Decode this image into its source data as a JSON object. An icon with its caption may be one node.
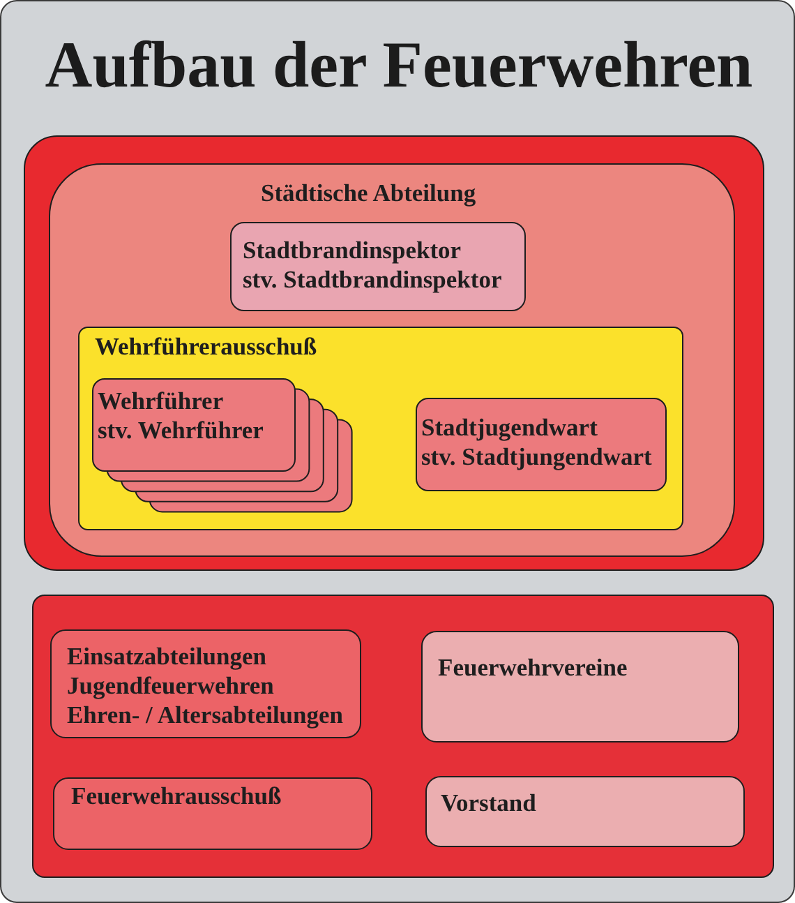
{
  "diagram": {
    "title": "Aufbau der Feuerwehren",
    "nodes": [
      {
        "text": [],
        "shape": "box"
      },
      {
        "text": [
          "Städtische Abteilung"
        ],
        "in": 0
      },
      {
        "text": [
          "Stadtbrandinspektor",
          "stv. Stadtbrandinspektor"
        ],
        "in": 1
      },
      {
        "text": [
          "Wehrführerausschuß"
        ],
        "in": 1
      },
      {
        "text": [
          "Wehrführer",
          "stv. Wehrführer"
        ],
        "in": 3
      },
      {
        "text": [
          "Stadtjugendwart",
          "stv. Stadtjungendwart"
        ],
        "in": 3
      },
      {
        "text": [],
        "shape": "box"
      },
      {
        "text": [
          "Einsatzabteilungen",
          "Jugendfeuerwehren",
          "Ehren- / Altersabteilungen"
        ],
        "in": 6
      },
      {
        "text": [
          "Feuerwehrvereine"
        ],
        "in": 6
      },
      {
        "text": [
          "Feuerwehrausschuß"
        ],
        "in": 6
      },
      {
        "text": [
          "Vorstand"
        ],
        "in": 6
      }
    ]
  }
}
